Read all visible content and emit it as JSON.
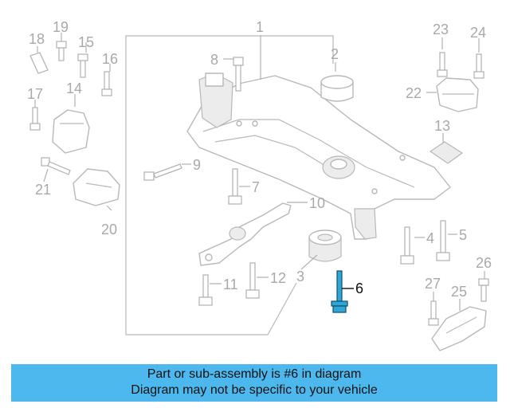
{
  "callouts": {
    "c1": "1",
    "c2": "2",
    "c3": "3",
    "c4": "4",
    "c5": "5",
    "c6": "6",
    "c7": "7",
    "c8": "8",
    "c9": "9",
    "c10": "10",
    "c11": "11",
    "c12": "12",
    "c13": "13",
    "c14": "14",
    "c15": "15",
    "c16": "16",
    "c17": "17",
    "c18": "18",
    "c19": "19",
    "c20": "20",
    "c21": "21",
    "c22": "22",
    "c23": "23",
    "c24": "24",
    "c25": "25",
    "c26": "26",
    "c27": "27"
  },
  "highlighted_part": "6",
  "colors": {
    "highlight": "#2fa7d6",
    "banner": "#4db8ee",
    "line_art": "#b8b8b8"
  },
  "banner": {
    "line1": "Part or sub-assembly is #6 in diagram",
    "line2": "Diagram may not be specific to your vehicle"
  }
}
